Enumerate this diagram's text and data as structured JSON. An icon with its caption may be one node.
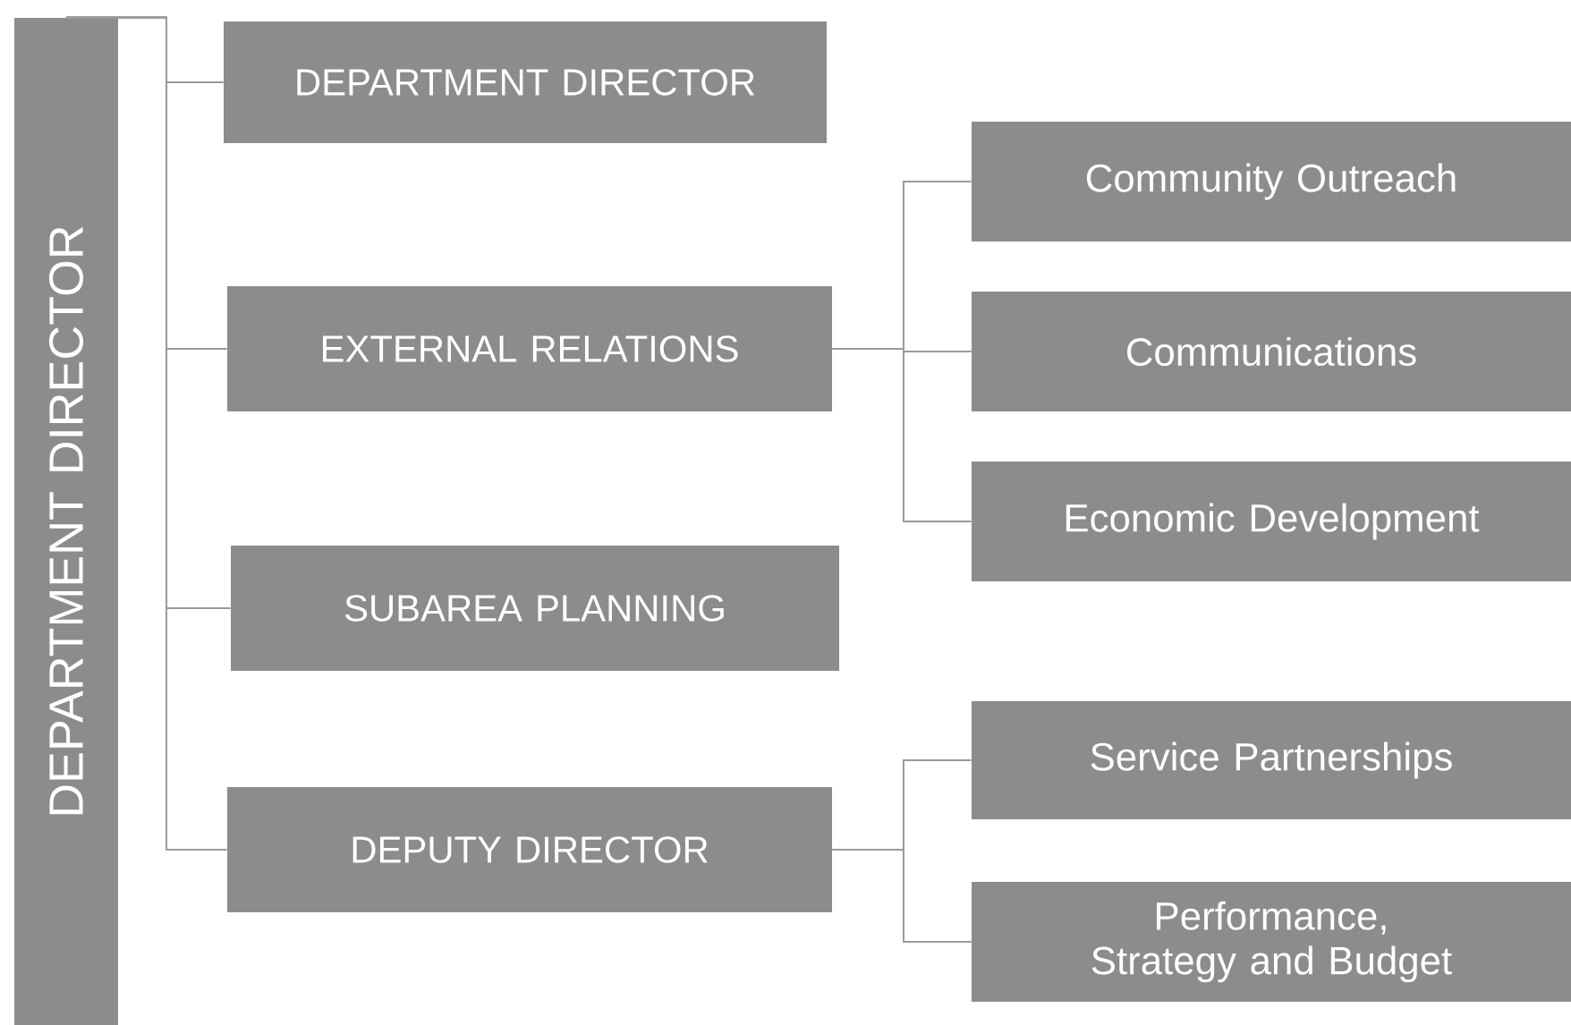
{
  "diagram": {
    "nodes": [
      {
        "text": [
          "DEPARTMENT DIRECTOR"
        ]
      },
      {
        "text": [
          "DEPARTMENT DIRECTOR"
        ]
      },
      {
        "text": [
          "EXTERNAL RELATIONS"
        ]
      },
      {
        "text": [
          "SUBAREA PLANNING"
        ]
      },
      {
        "text": [
          "DEPUTY DIRECTOR"
        ]
      },
      {
        "text": [
          "Community Outreach"
        ]
      },
      {
        "text": [
          "Communications"
        ]
      },
      {
        "text": [
          "Economic Development"
        ]
      },
      {
        "text": [
          "Service Partnerships"
        ]
      },
      {
        "text": [
          "Performance, Strategy and Budget"
        ]
      }
    ],
    "edges": [
      {
        "from": 0,
        "to": 1,
        "arrow": "none"
      },
      {
        "from": 0,
        "to": 2,
        "arrow": "none"
      },
      {
        "from": 0,
        "to": 3,
        "arrow": "none"
      },
      {
        "from": 0,
        "to": 4,
        "arrow": "none"
      },
      {
        "from": 2,
        "to": 5,
        "arrow": "none"
      },
      {
        "from": 2,
        "to": 6,
        "arrow": "none"
      },
      {
        "from": 2,
        "to": 7,
        "arrow": "none"
      },
      {
        "from": 4,
        "to": 8,
        "arrow": "none"
      },
      {
        "from": 4,
        "to": 9,
        "arrow": "none"
      }
    ]
  }
}
